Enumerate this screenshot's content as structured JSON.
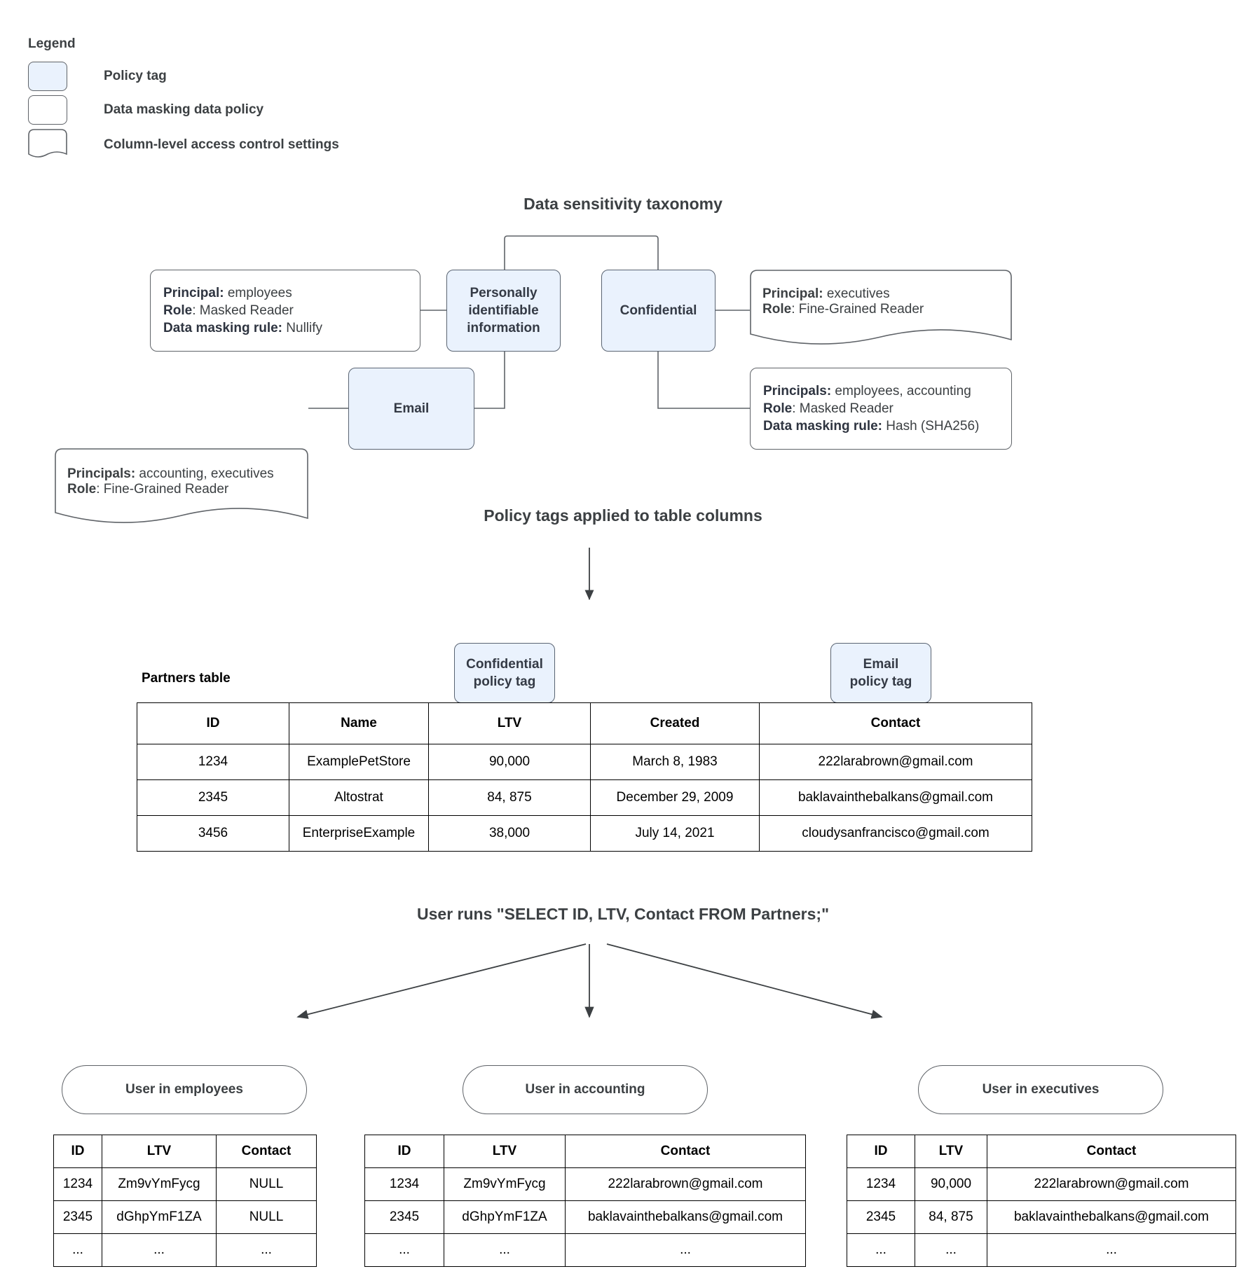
{
  "legend": {
    "title": "Legend",
    "items": [
      {
        "swatch": "policy-tag-swatch",
        "label": "Policy tag"
      },
      {
        "swatch": "data-masking-policy-swatch",
        "label": "Data masking data policy"
      },
      {
        "swatch": "column-access-control-swatch",
        "label": "Column-level access control settings"
      }
    ]
  },
  "taxonomy": {
    "title": "Data sensitivity taxonomy",
    "tags": {
      "pii": "Personally identifiable information",
      "confidential": "Confidential",
      "email": "Email"
    },
    "policies": {
      "pii_masking": {
        "principal_label": "Principal:",
        "principal_value": " employees",
        "role_label": "Role",
        "role_value": ": Masked Reader",
        "rule_label": "Data masking rule:",
        "rule_value": " Nullify"
      },
      "email_access": {
        "principal_label": "Principals:",
        "principal_value": " accounting, executives",
        "role_label": "Role",
        "role_value": ": Fine-Grained Reader"
      },
      "confidential_access": {
        "principal_label": "Principal:",
        "principal_value": " executives",
        "role_label": "Role",
        "role_value": ": Fine-Grained Reader"
      },
      "confidential_masking": {
        "principal_label": "Principals:",
        "principal_value": " employees, accounting",
        "role_label": "Role",
        "role_value": ": Masked Reader",
        "rule_label": "Data masking rule:",
        "rule_value": " Hash (SHA256)"
      }
    }
  },
  "applied": {
    "title": "Policy tags applied to table columns",
    "caption": "Partners table",
    "tags": {
      "confidential": "Confidential\npolicy tag",
      "confidential_line1": "Confidential",
      "confidential_line2": "policy tag",
      "email_line1": "Email",
      "email_line2": "policy tag"
    },
    "table": {
      "headers": [
        "ID",
        "Name",
        "LTV",
        "Created",
        "Contact"
      ],
      "rows": [
        [
          "1234",
          "ExamplePetStore",
          "90,000",
          "March 8, 1983",
          "222larabrown@gmail.com"
        ],
        [
          "2345",
          "Altostrat",
          "84, 875",
          "December 29, 2009",
          "baklavainthebalkans@gmail.com"
        ],
        [
          "3456",
          "EnterpriseExample",
          "38,000",
          "July 14, 2021",
          "cloudysanfrancisco@gmail.com"
        ]
      ]
    }
  },
  "query": {
    "title": "User runs \"SELECT ID, LTV, Contact FROM Partners;\""
  },
  "results": [
    {
      "persona": "User in employees",
      "headers": [
        "ID",
        "LTV",
        "Contact"
      ],
      "rows": [
        [
          "1234",
          "Zm9vYmFycg",
          "NULL"
        ],
        [
          "2345",
          "dGhpYmF1ZA",
          "NULL"
        ],
        [
          "...",
          "...",
          "..."
        ]
      ]
    },
    {
      "persona": "User in accounting",
      "headers": [
        "ID",
        "LTV",
        "Contact"
      ],
      "rows": [
        [
          "1234",
          "Zm9vYmFycg",
          "222larabrown@gmail.com"
        ],
        [
          "2345",
          "dGhpYmF1ZA",
          "baklavainthebalkans@gmail.com"
        ],
        [
          "...",
          "...",
          "..."
        ]
      ]
    },
    {
      "persona": "User in executives",
      "headers": [
        "ID",
        "LTV",
        "Contact"
      ],
      "rows": [
        [
          "1234",
          "90,000",
          "222larabrown@gmail.com"
        ],
        [
          "2345",
          "84, 875",
          "baklavainthebalkans@gmail.com"
        ],
        [
          "...",
          "...",
          "..."
        ]
      ]
    }
  ],
  "colors": {
    "tag_fill": "#eaf2fd",
    "stroke": "#5f6368",
    "text": "#3c4043"
  }
}
